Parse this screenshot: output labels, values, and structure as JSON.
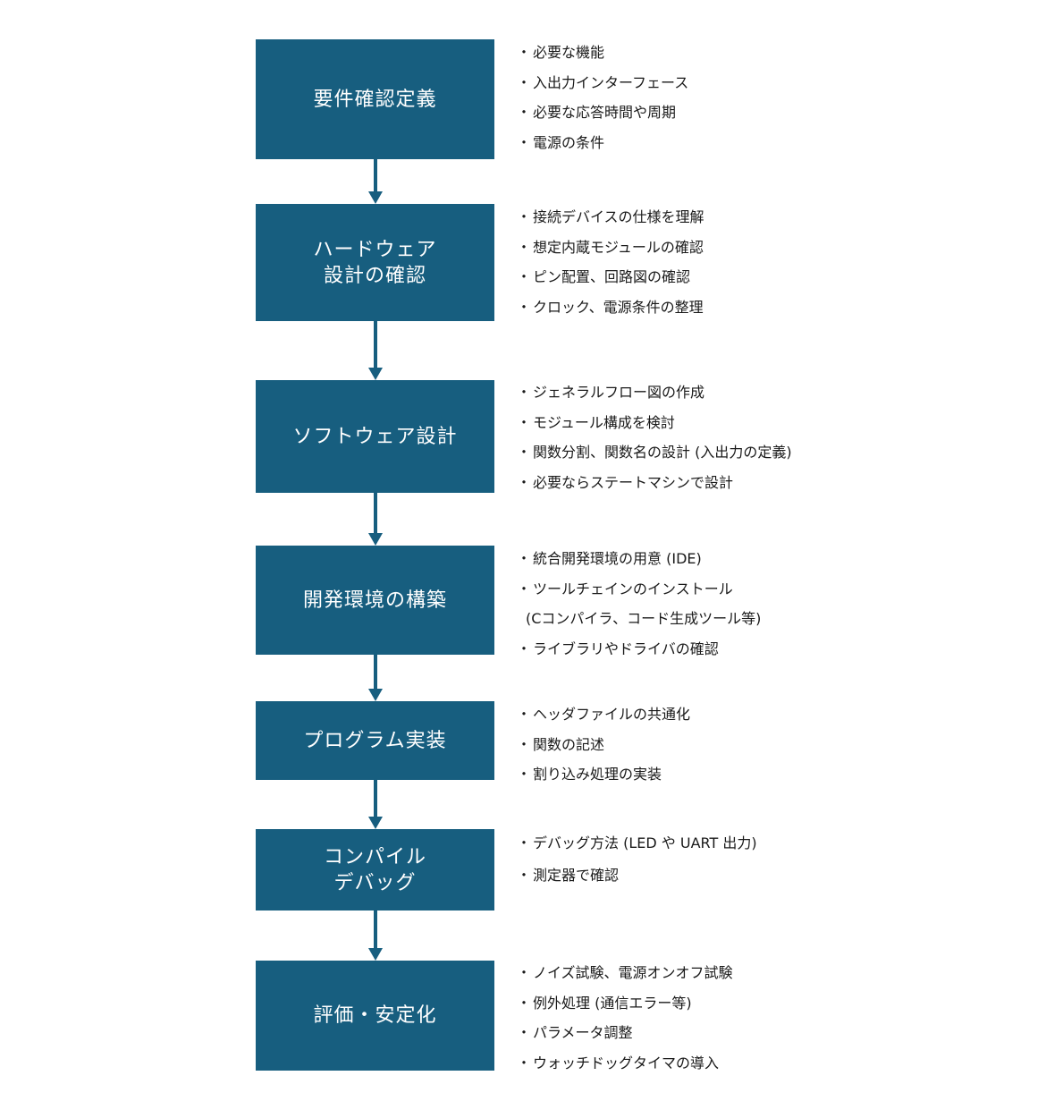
{
  "colors": {
    "box_fill": "#175e7f",
    "box_text": "#ffffff",
    "note_text": "#1a1a1a",
    "arrow": "#175e7f"
  },
  "steps": [
    {
      "title_lines": [
        "要件確認定義"
      ],
      "notes": [
        "必要な機能",
        "入出力インターフェース",
        "必要な応答時間や周期",
        "電源の条件"
      ]
    },
    {
      "title_lines": [
        "ハードウェア",
        "設計の確認"
      ],
      "notes": [
        "接続デバイスの仕様を理解",
        "想定内蔵モジュールの確認",
        "ピン配置、回路図の確認",
        "クロック、電源条件の整理"
      ]
    },
    {
      "title_lines": [
        "ソフトウェア設計"
      ],
      "notes": [
        "ジェネラルフロー図の作成",
        "モジュール構成を検討",
        "関数分割、関数名の設計 (入出力の定義)",
        "必要ならステートマシンで設計"
      ]
    },
    {
      "title_lines": [
        "開発環境の構築"
      ],
      "notes": [
        "統合開発環境の用意 (IDE)",
        "ツールチェインのインストール",
        "(Cコンパイラ、コード生成ツール等)",
        "ライブラリやドライバの確認"
      ]
    },
    {
      "title_lines": [
        "プログラム実装"
      ],
      "notes": [
        "ヘッダファイルの共通化",
        "関数の記述",
        "割り込み処理の実装"
      ]
    },
    {
      "title_lines": [
        "コンパイル",
        "デバッグ"
      ],
      "notes": [
        "デバッグ方法 (LED や UART 出力)",
        "測定器で確認"
      ]
    },
    {
      "title_lines": [
        "評価・安定化"
      ],
      "notes": [
        "ノイズ試験、電源オンオフ試験",
        "例外処理 (通信エラー等)",
        "パラメータ調整",
        "ウォッチドッグタイマの導入"
      ]
    }
  ],
  "bullet": "・"
}
